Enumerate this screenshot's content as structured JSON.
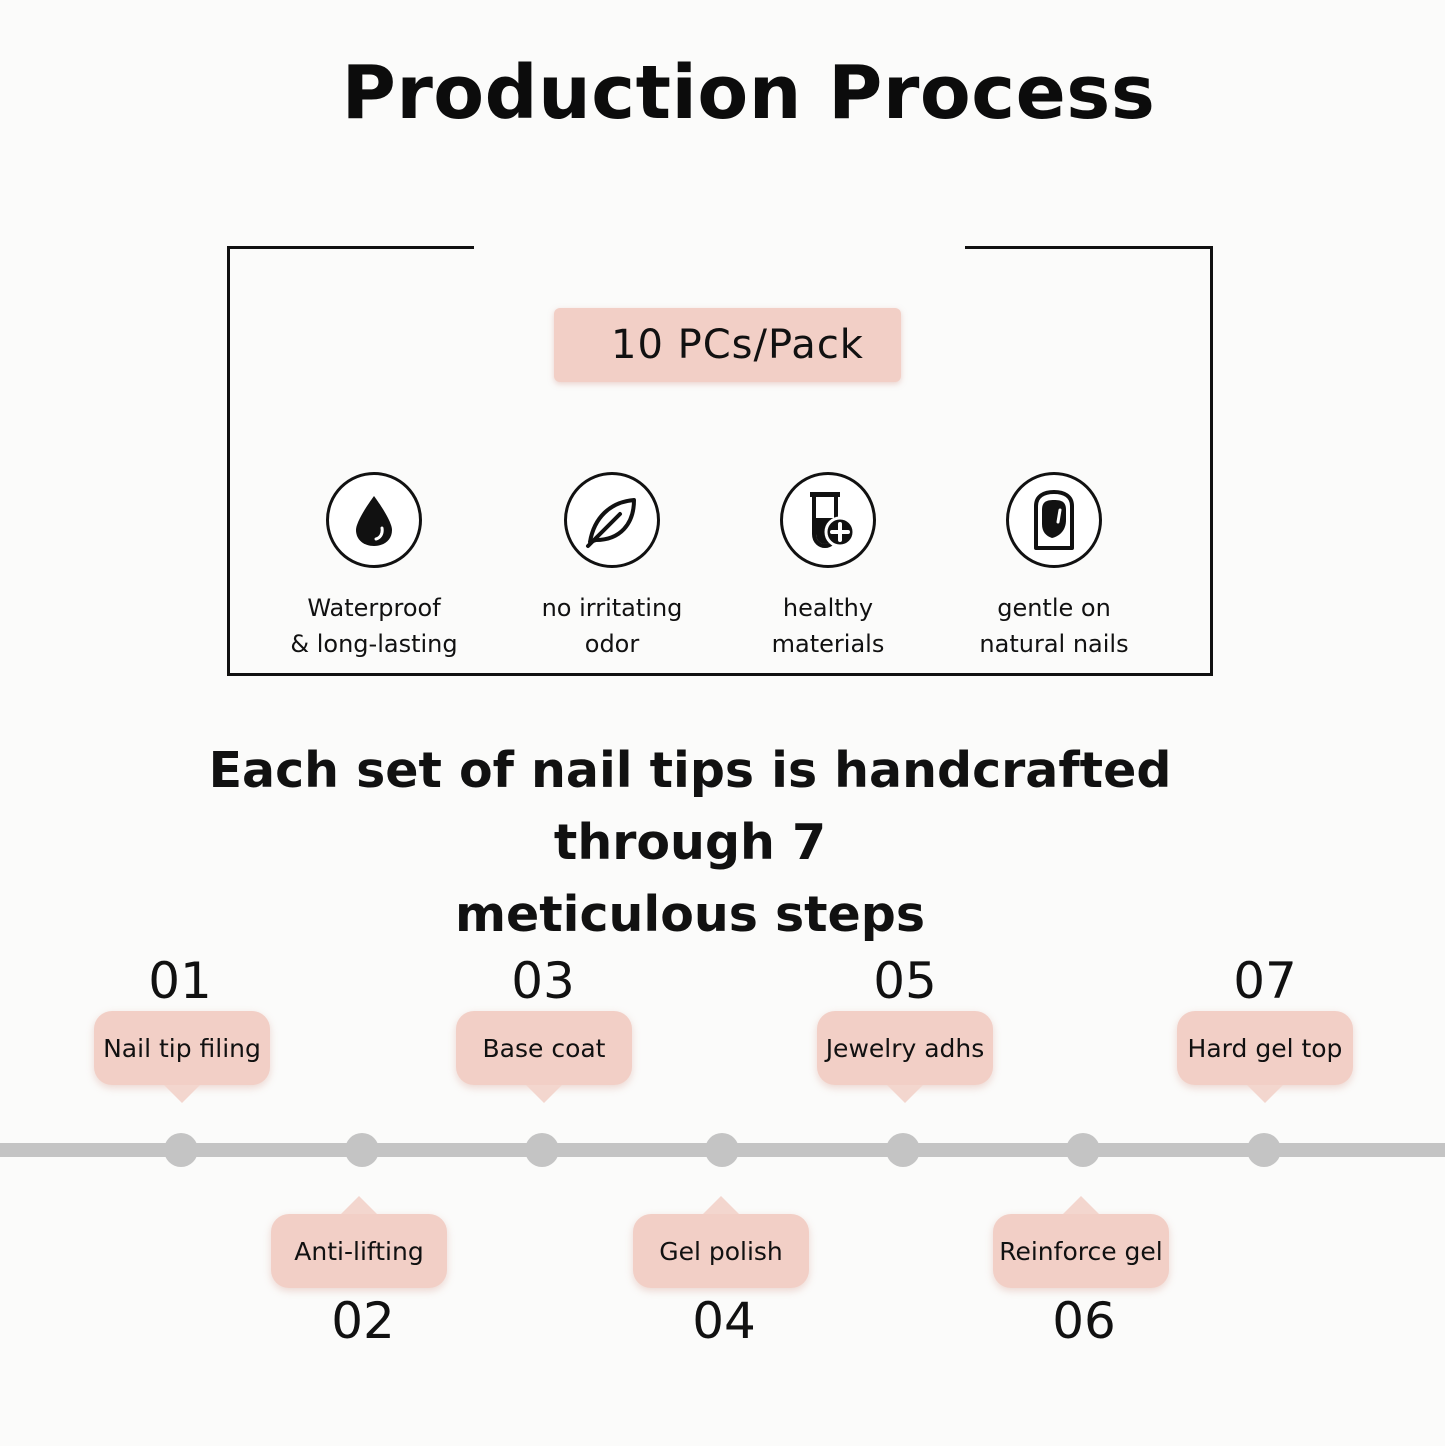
{
  "title": "Production Process",
  "pack": "10 PCs/Pack",
  "features": [
    {
      "icon": "water-drop-icon",
      "line1": "Waterproof",
      "line2": "& long-lasting"
    },
    {
      "icon": "leaf-icon",
      "line1": "no irritating",
      "line2": "odor"
    },
    {
      "icon": "test-tube-plus-icon",
      "line1": "healthy",
      "line2": "materials"
    },
    {
      "icon": "nail-icon",
      "line1": "gentle on",
      "line2": "natural nails"
    }
  ],
  "subtitle_line1": "Each set of nail tips is handcrafted through 7",
  "subtitle_line2": "meticulous steps",
  "steps": [
    {
      "num": "01",
      "label": "Nail tip filing"
    },
    {
      "num": "02",
      "label": "Anti-lifting"
    },
    {
      "num": "03",
      "label": "Base coat"
    },
    {
      "num": "04",
      "label": "Gel polish"
    },
    {
      "num": "05",
      "label": "Jewelry adhs"
    },
    {
      "num": "06",
      "label": "Reinforce gel"
    },
    {
      "num": "07",
      "label": "Hard gel top"
    }
  ]
}
